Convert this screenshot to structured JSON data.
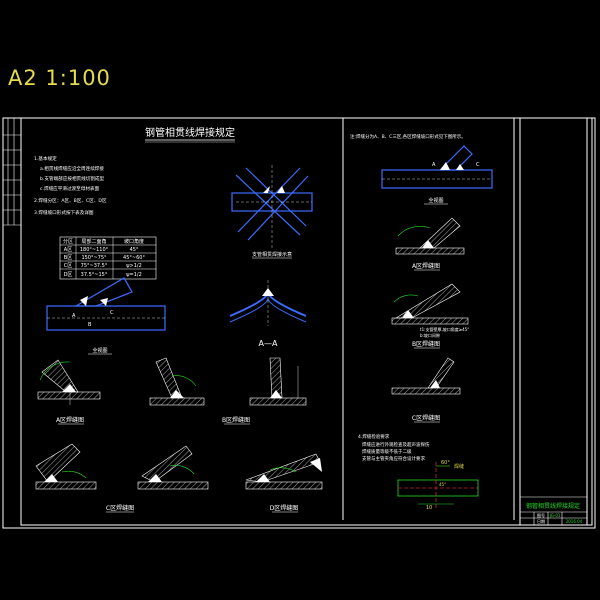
{
  "sheet": {
    "scale_label": "A2 1:100"
  },
  "drawing": {
    "title": "钢管相贯线焊接规定",
    "notes_left_heading": "1.基本规定",
    "notes_left": [
      "a.相贯线焊缝应沿全周连续焊接",
      "b.支管端部应按相贯线切割成型",
      "c.焊缝应平滑过渡至母材表面",
      "2.焊缝分区：A区、B区、C区、D区",
      "3.焊缝坡口形式按下表及详图"
    ],
    "angle_table": {
      "headers": [
        "分区",
        "局部二面角",
        "坡口角度"
      ],
      "rows": [
        [
          "A区",
          "180°~110°",
          "45°"
        ],
        [
          "B区",
          "150°~75°",
          "45°~60°"
        ],
        [
          "C区",
          "75°~37.5°",
          "ψ>1/2"
        ],
        [
          "D区",
          "37.5°~15°",
          "ψ=1/2"
        ]
      ]
    },
    "labels": {
      "joint_diagram": "支管相贯焊接示意",
      "full_view_left": "全视图",
      "section_aa": "A—A",
      "zone_a_weld": "A区焊缝图",
      "zone_b_weld": "B区焊缝图",
      "zone_c_weld": "C区焊缝图",
      "zone_d_weld": "D区焊缝图",
      "full_view_right": "全视图",
      "zone_a_right": "A区焊缝图",
      "zone_b_right": "B区焊缝图",
      "zone_c_right": "C区焊缝图"
    },
    "right_intro": "注:焊缝分为A、B、C三区,各区焊缝坡口形式见下图所示。",
    "right_note_b": "t1:支管壁厚,坡口角度≥45°",
    "right_note_b2": "b:坡口间隙",
    "right_bottom_heading": "4.焊缝检验要求",
    "right_bottom_notes": [
      "焊缝应进行外观检查及超声波探伤",
      "焊缝质量等级不低于二级",
      "支管与主管夹角应符合设计要求"
    ],
    "dim_angle": "60°",
    "dim_angle_2": "45°",
    "dim_dist": "10",
    "dim_label_green": "焊缝",
    "title_block": {
      "name": "钢管相贯线焊接规定",
      "row2": "图号",
      "row2_value": "JG-01",
      "row3": "日期",
      "row3_value": "2016.04"
    }
  },
  "colors": {
    "frame": "#ffffff",
    "text": "#ffffff",
    "pipe": "#3c6cff",
    "weld": "#ffffff",
    "dim": "#22dd22",
    "accent": "#ff3b3b",
    "title": "#e6dc4a",
    "hatch": "#c8c8c8"
  }
}
